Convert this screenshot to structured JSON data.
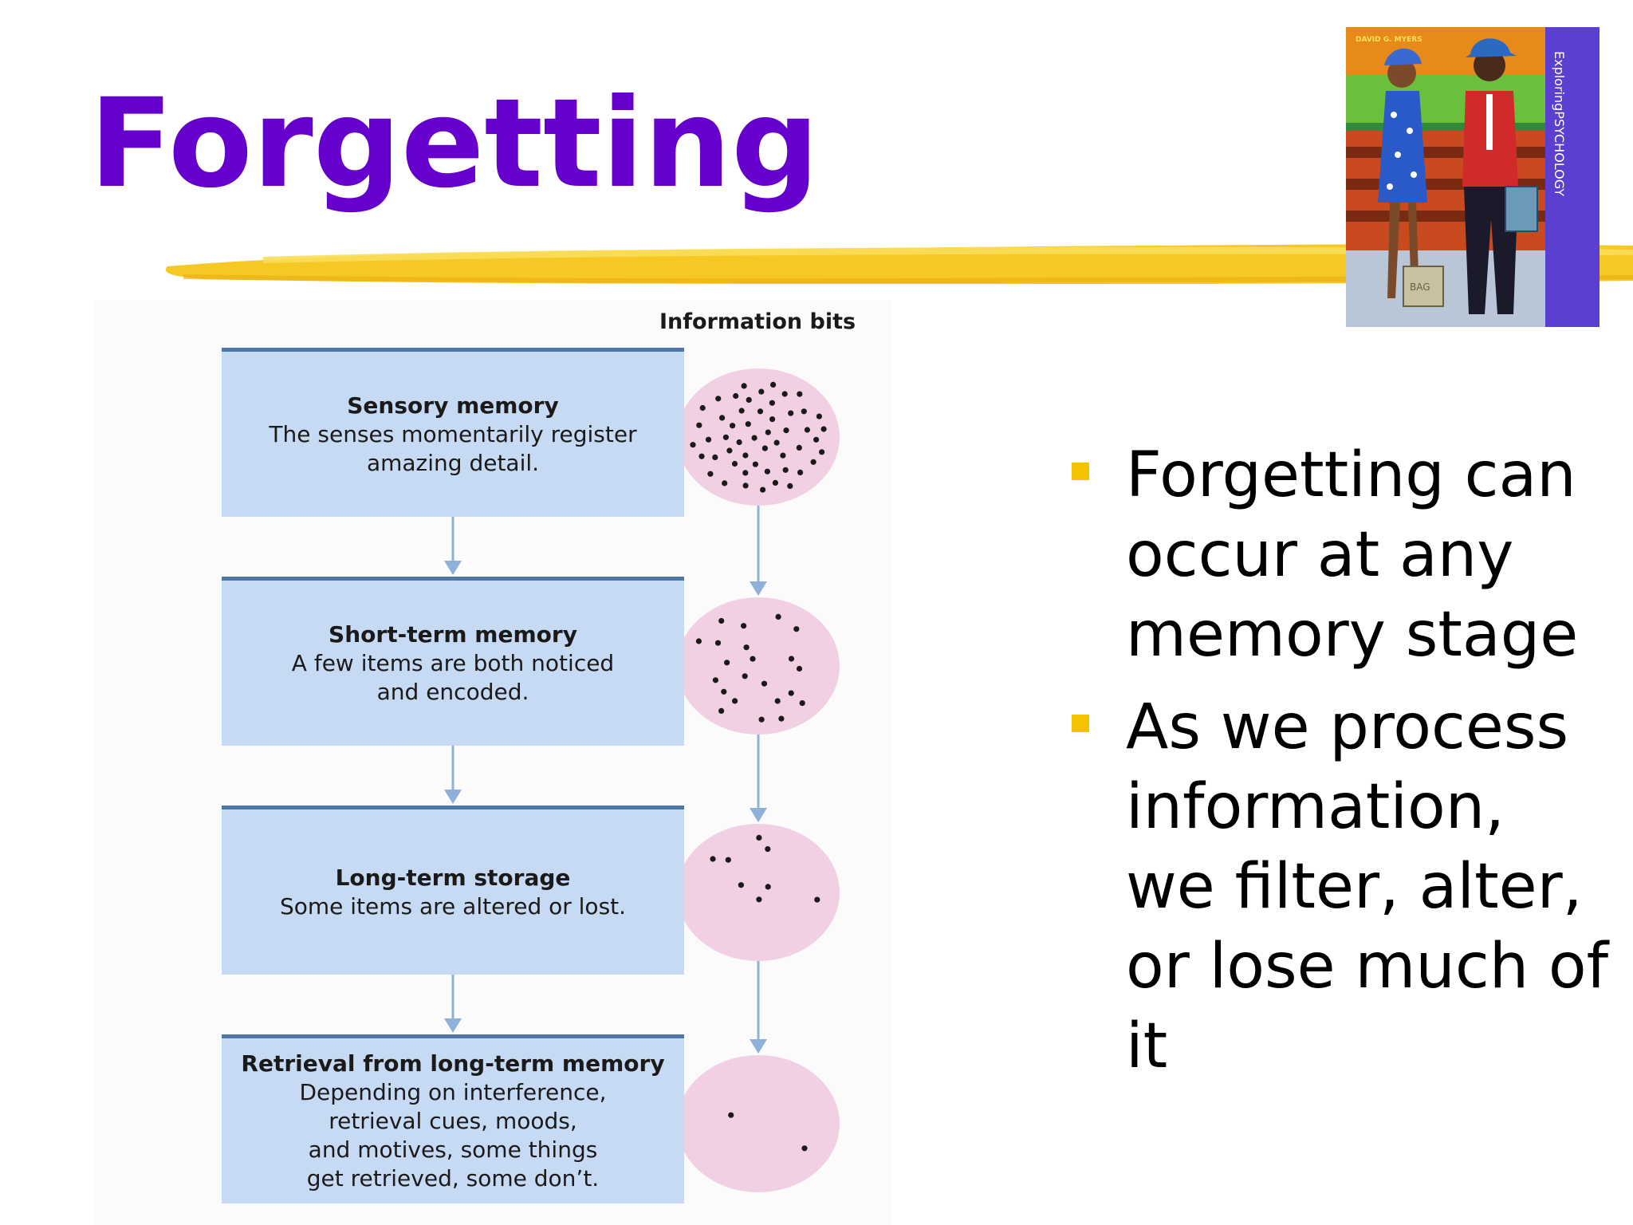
{
  "slide": {
    "title": "Forgetting"
  },
  "colors": {
    "title": "#6600cc",
    "brush_stroke": "#f5c518",
    "box_fill": "#c7daf3",
    "box_top_border": "#4f76a8",
    "arrow": "#8fb0d8",
    "circle_fill": "#f2d0e4",
    "dot": "#1a1a1a",
    "bullet_marker": "#f5c200"
  },
  "book_cover": {
    "author": "DAVID G. MYERS",
    "title": "ExploringPSYCHOLOGY",
    "bag_label": "BAG"
  },
  "diagram": {
    "column_header": "Information bits",
    "stages": [
      {
        "title": "Sensory memory",
        "description": "The senses momentarily register\namazing detail.",
        "bits": 52
      },
      {
        "title": "Short-term memory",
        "description": "A few items are both noticed\nand encoded.",
        "bits": 22
      },
      {
        "title": "Long-term storage",
        "description": "Some items are altered or lost.",
        "bits": 8
      },
      {
        "title": "Retrieval from long-term memory",
        "description": "Depending on interference,\nretrieval cues, moods,\nand motives, some things\nget retrieved, some don’t.",
        "bits": 2
      }
    ]
  },
  "bullets": [
    {
      "icon": "square-bullet-icon",
      "text": "Forgetting can occur at any memory stage"
    },
    {
      "icon": "square-bullet-icon",
      "text": "As we process information, we filter, alter, or lose much of it"
    }
  ]
}
